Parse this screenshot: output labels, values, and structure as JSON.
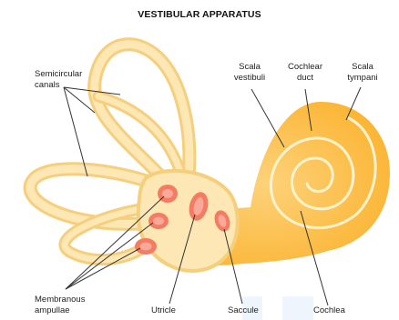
{
  "title": "VESTIBULAR APPARATUS",
  "labels": {
    "semicircular_canals": "Semicircular\ncanals",
    "scala_vestibuli": "Scala\nvestibuli",
    "cochlear_duct": "Cochlear\nduct",
    "scala_tympani": "Scala\ntympani",
    "membranous_ampullae": "Membranous\nampullae",
    "utricle": "Utricle",
    "saccule": "Saccule",
    "cochlea": "Cochlea"
  },
  "colors": {
    "tube_outline": "#f6cf7d",
    "tube_fill": "#fde7b4",
    "cochlea_outer": "#fcc049",
    "cochlea_inner": "#fdd97e",
    "spiral_line": "#fff2cc",
    "ampulla_outer": "#f37c63",
    "ampulla_inner": "#f9a99a",
    "leader_line": "#333333",
    "watermark": "#eaf3fb"
  }
}
